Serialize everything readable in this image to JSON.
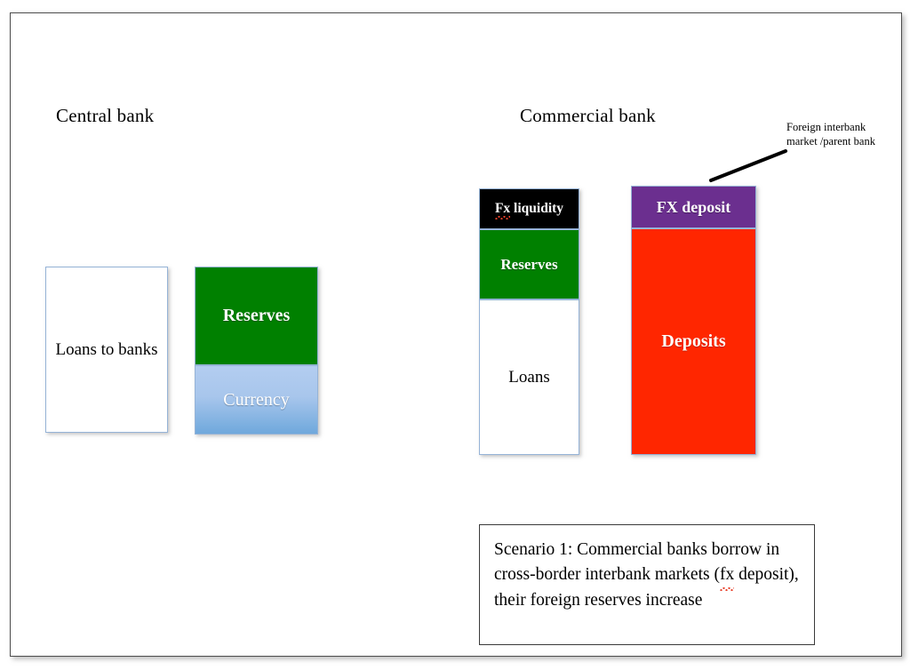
{
  "slide": {
    "headings": {
      "central_bank": "Central bank",
      "commercial_bank": "Commercial bank"
    },
    "callout": {
      "line1": "Foreign interbank",
      "line2": "market /parent bank"
    },
    "central_bank": {
      "assets": [
        {
          "label": "Loans to banks",
          "style": "white"
        }
      ],
      "liabilities": [
        {
          "label": "Reserves",
          "style": "green"
        },
        {
          "label": "Currency",
          "style": "blue"
        }
      ]
    },
    "commercial_bank": {
      "assets": [
        {
          "label_prefix": "Fx",
          "label_rest": " liquidity",
          "style": "black",
          "misspelled": true
        },
        {
          "label": "Reserves",
          "style": "green"
        },
        {
          "label": "Loans",
          "style": "white"
        }
      ],
      "liabilities": [
        {
          "label": "FX deposit",
          "style": "purple"
        },
        {
          "label": "Deposits",
          "style": "red"
        }
      ]
    },
    "scenario": {
      "part1": "Scenario 1: Commercial banks borrow in cross-border interbank markets (",
      "misspelled_word": "fx",
      "part2": " deposit), their foreign reserves increase"
    },
    "colors": {
      "reserves_green": "#008000",
      "currency_blue": "#6fa8dc",
      "fx_liquidity_black": "#000000",
      "fx_deposit_purple": "#6b2f8f",
      "deposits_red": "#ff2600",
      "box_border": "#95b3d7",
      "frame_border": "#4c4c4c",
      "spellcheck_red": "#e8402a"
    }
  }
}
